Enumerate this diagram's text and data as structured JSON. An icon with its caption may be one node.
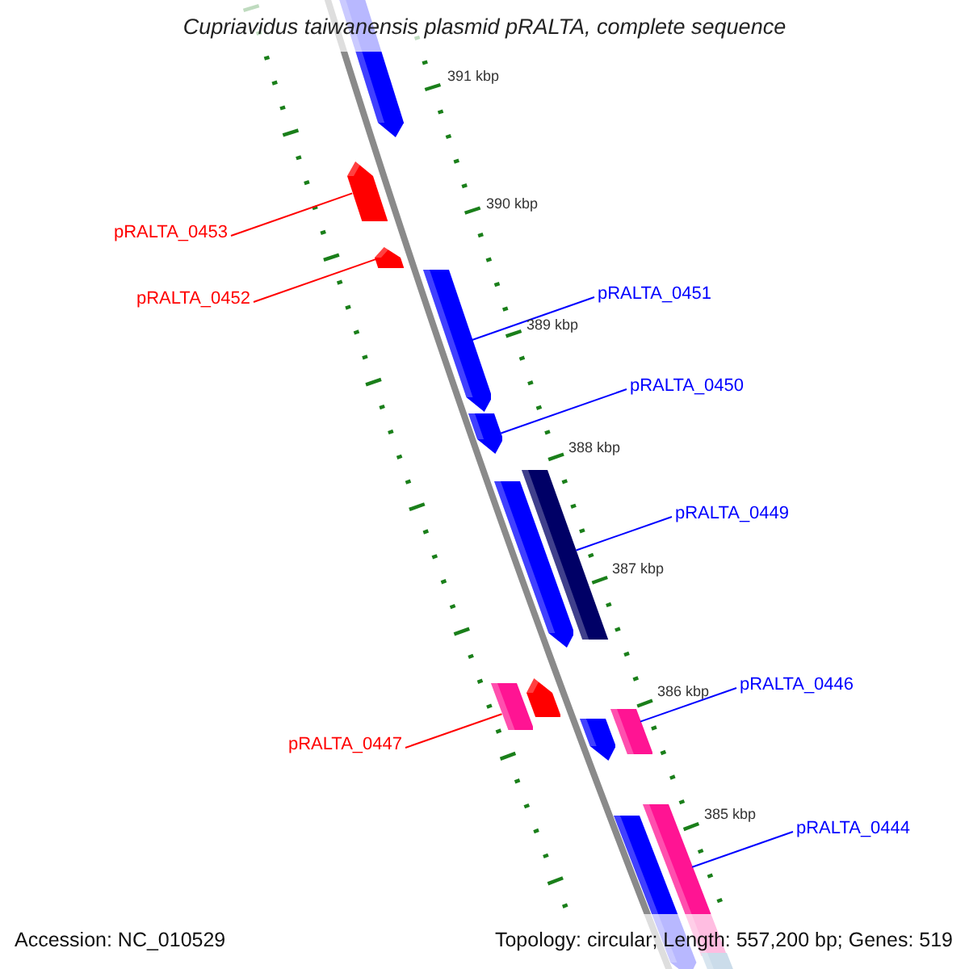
{
  "diagram": {
    "title": "Cupriavidus taiwanensis plasmid pRALTA, complete sequence",
    "nodes": [
      {
        "text": [],
        "shape": "arrow"
      },
      {
        "text": [],
        "shape": "arrow"
      },
      {
        "text": [
          "pRALTA_0453"
        ]
      },
      {
        "text": [],
        "shape": "arrow"
      },
      {
        "text": [
          "pRALTA_0451"
        ]
      },
      {
        "text": [
          "pRALTA_0452"
        ]
      },
      {
        "text": [],
        "shape": "arrow"
      },
      {
        "text": [
          "pRALTA_0450"
        ]
      },
      {
        "text": [],
        "shape": "arrow"
      },
      {
        "text": [],
        "shape": "arrow"
      },
      {
        "text": [],
        "shape": "bar"
      },
      {
        "text": [
          "pRALTA_0449"
        ]
      },
      {
        "text": [],
        "shape": "bar"
      },
      {
        "text": [],
        "shape": "arrow"
      },
      {
        "text": [
          "pRALTA_0446"
        ]
      },
      {
        "text": [],
        "shape": "arrow"
      },
      {
        "text": [],
        "shape": "bar"
      },
      {
        "text": [
          "pRALTA_0447"
        ]
      },
      {
        "text": [],
        "shape": "arrow"
      },
      {
        "text": [],
        "shape": "bar"
      },
      {
        "text": [
          "pRALTA_0444"
        ]
      },
      {
        "text": [],
        "shape": "bar"
      }
    ],
    "edges": [
      {
        "from": 2,
        "to": 1,
        "arrow": "none",
        "color": "#ff0000"
      },
      {
        "from": 5,
        "to": 3,
        "arrow": "none",
        "color": "#ff0000"
      },
      {
        "from": 4,
        "to": 6,
        "arrow": "none"
      },
      {
        "from": 7,
        "to": 8,
        "arrow": "none"
      },
      {
        "from": 11,
        "to": 10,
        "arrow": "none"
      },
      {
        "from": 17,
        "to": 12,
        "arrow": "none",
        "color": "#ff0000"
      },
      {
        "from": 14,
        "to": 16,
        "arrow": "none"
      },
      {
        "from": 20,
        "to": 19,
        "arrow": "none"
      }
    ],
    "labels": [
      "391 kbp",
      "390 kbp",
      "389 kbp",
      "388 kbp",
      "387 kbp",
      "386 kbp",
      "385 kbp",
      "Accession: NC_010529",
      "Topology: circular; Length: 557,200 bp; Genes: 519"
    ]
  }
}
